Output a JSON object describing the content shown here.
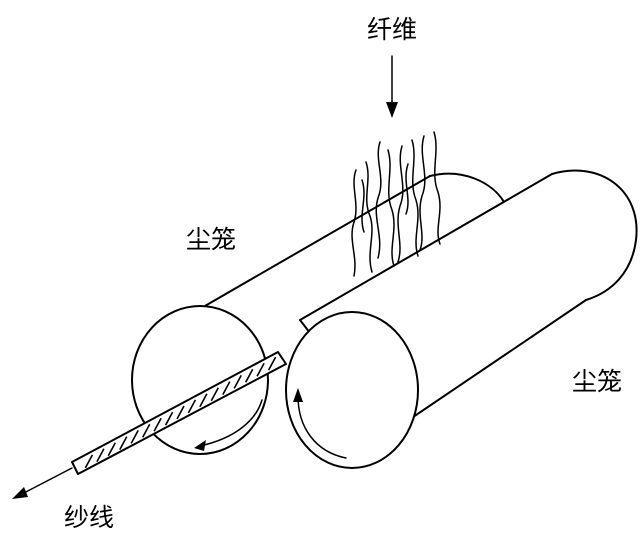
{
  "labels": {
    "fiber": "纤维",
    "dust_cage_left": "尘笼",
    "dust_cage_right": "尘笼",
    "yarn": "纱线"
  },
  "colors": {
    "ink": "#000000",
    "background": "#ffffff"
  }
}
